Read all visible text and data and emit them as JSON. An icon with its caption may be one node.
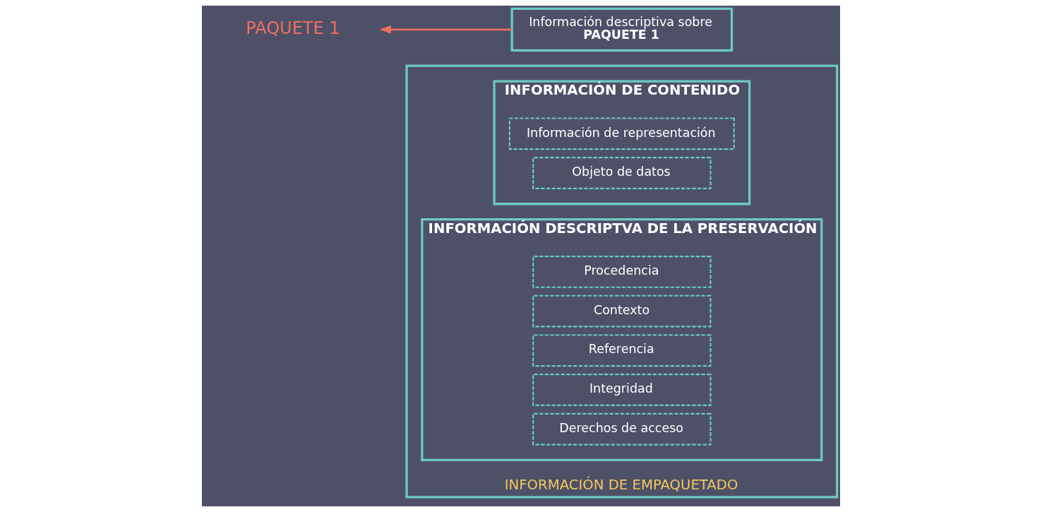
{
  "diagram": {
    "nodes": [
      {
        "text": [
          "INFORMACIÓN DE EMPAQUETADO"
        ]
      },
      {
        "text": [
          "INFORMACIÓN DE CONTENIDO"
        ],
        "in": 0
      },
      {
        "text": [
          "Información de representación"
        ],
        "in": 1
      },
      {
        "text": [
          "Objeto de datos"
        ],
        "in": 1
      },
      {
        "text": [
          "INFORMACIÓN DESCRIPTVA DE LA PRESERVACIÓN"
        ],
        "in": 0
      },
      {
        "text": [
          "Procedencia"
        ],
        "in": 4
      },
      {
        "text": [
          "Contexto"
        ],
        "in": 4
      },
      {
        "text": [
          "Referencia"
        ],
        "in": 4
      },
      {
        "text": [
          "Integridad"
        ],
        "in": 4
      },
      {
        "text": [
          "Derechos de acceso"
        ],
        "in": 4
      },
      {
        "text": [
          "PAQUETE 1"
        ]
      },
      {
        "text": [
          "Información descriptiva sobre",
          "PAQUETE 1"
        ]
      }
    ],
    "edges": [
      {
        "from": 11,
        "to": 10,
        "arrow": "to",
        "color": "#ef6f60"
      }
    ]
  }
}
